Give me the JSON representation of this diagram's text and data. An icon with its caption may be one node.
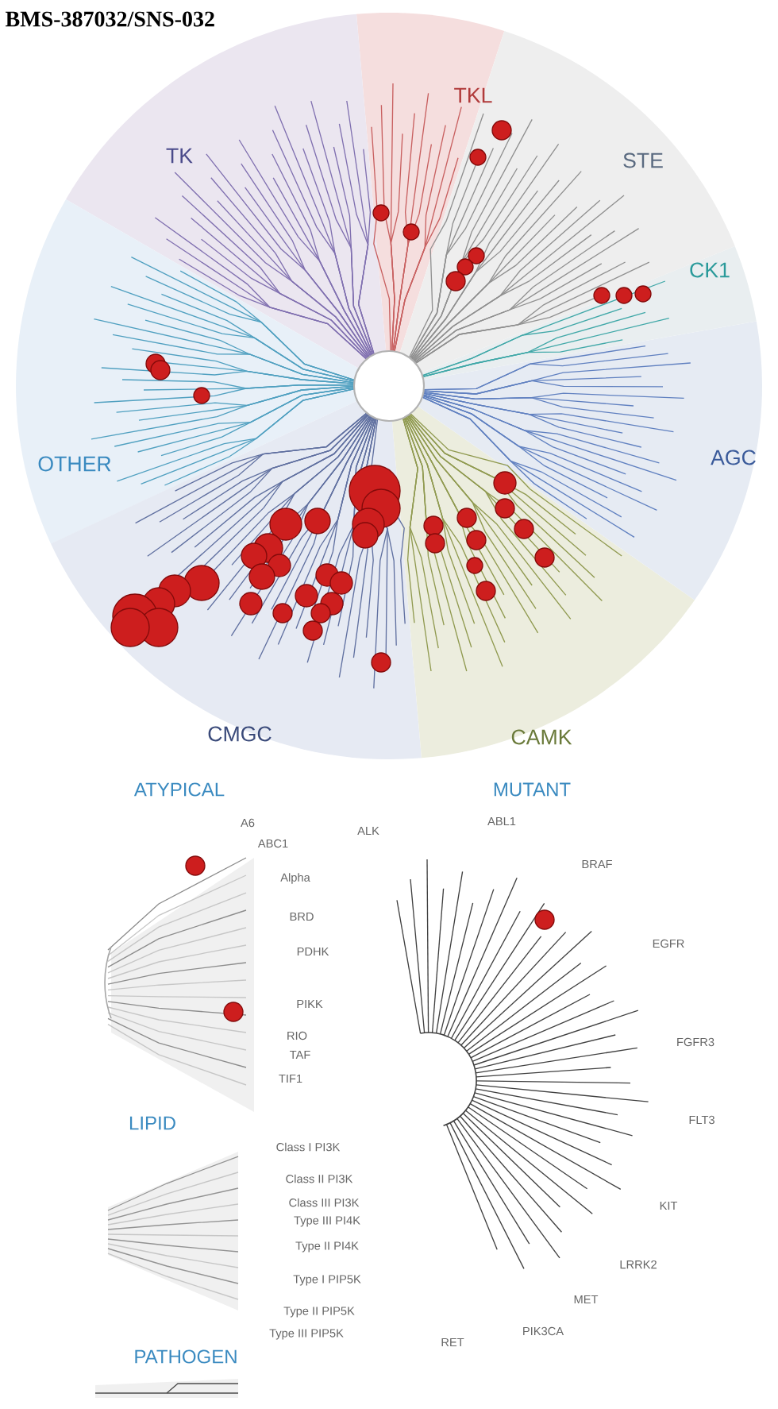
{
  "diagram": {
    "title": "BMS-387032/SNS-032",
    "labels": [
      "TKL",
      "TK",
      "STE",
      "CK1",
      "OTHER",
      "AGC",
      "CMGC",
      "CAMK",
      "ATYPICAL",
      "MUTANT",
      "A6",
      "ABL1",
      "ABC1",
      "ALK",
      "BRAF",
      "Alpha",
      "BRD",
      "EGFR",
      "PDHK",
      "PIKK",
      "FGFR3",
      "RIO",
      "TAF",
      "FLT3",
      "TIF1",
      "LIPID",
      "Class I PI3K",
      "Class II PI3K",
      "Class III PI3K",
      "Type III PI4K",
      "KIT",
      "Type II PI4K",
      "LRRK2",
      "Type I PIP5K",
      "MET",
      "Type II PIP5K",
      "Type III PIP5K",
      "RET",
      "PIK3CA",
      "PATHOGEN"
    ]
  }
}
